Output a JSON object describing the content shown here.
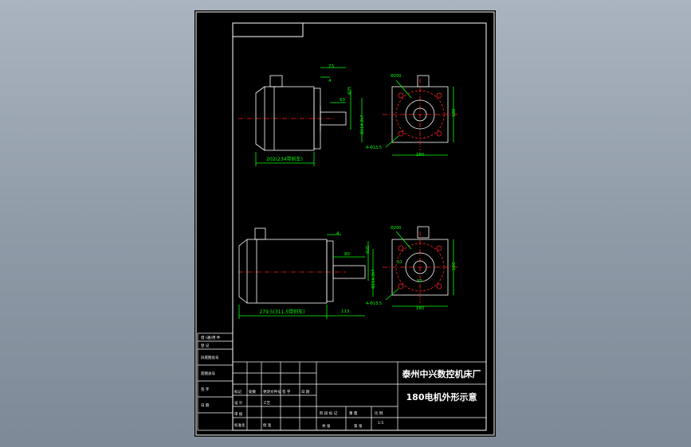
{
  "drawing": {
    "colors": {
      "background": "#000000",
      "frame": "#ffffff",
      "outline": "#ffffff",
      "dimension": "#00ff00",
      "centerline": "#ff2020",
      "circle": "#ff2020",
      "title_text": "#ffffff"
    },
    "title_block": {
      "company": "泰州中兴数控机床厂",
      "drawing_title": "180电机外形示意",
      "scale": "1:5",
      "left_strip": [
        "借 (通)用 件",
        "登 记",
        "旧底图总号",
        "底图总号",
        "签 字",
        "日 期"
      ],
      "change_row": [
        "标记",
        "处数",
        "更改文件号",
        "签 字",
        "日 期"
      ],
      "role_row": [
        "设 计",
        "审 核",
        "标准化",
        "工艺",
        "批 准"
      ],
      "stage_row": [
        "阶 段 标 记",
        "重 量",
        "比 例"
      ],
      "sheet_row": [
        "共 张",
        "第 张"
      ]
    },
    "views": {
      "top_side": {
        "length_label": "202(234带刹车)",
        "shaft_dim_a": "73",
        "shaft_dim_b": "4",
        "shaft_dim_c": "63",
        "shaft_dia": "Φ35",
        "pilot_dia": "Φ114.3h7"
      },
      "top_front": {
        "pcd_label": "Φ200",
        "width_label": "180",
        "height_label": "180",
        "holes_label": "4-Φ13.5"
      },
      "bottom_side": {
        "length_label": "279.5(311.5带刹车)",
        "shaft_dim_a": "4",
        "shaft_dim_b": "80",
        "shaft_dia": "Φ35",
        "pilot_dia": "Φ114.3h7",
        "overhang": "113"
      },
      "bottom_front": {
        "pcd_label": "Φ200",
        "width_label": "180",
        "height_label": "180",
        "holes_label": "4-Φ13.5",
        "key_a": "10",
        "key_b": "37"
      }
    }
  }
}
